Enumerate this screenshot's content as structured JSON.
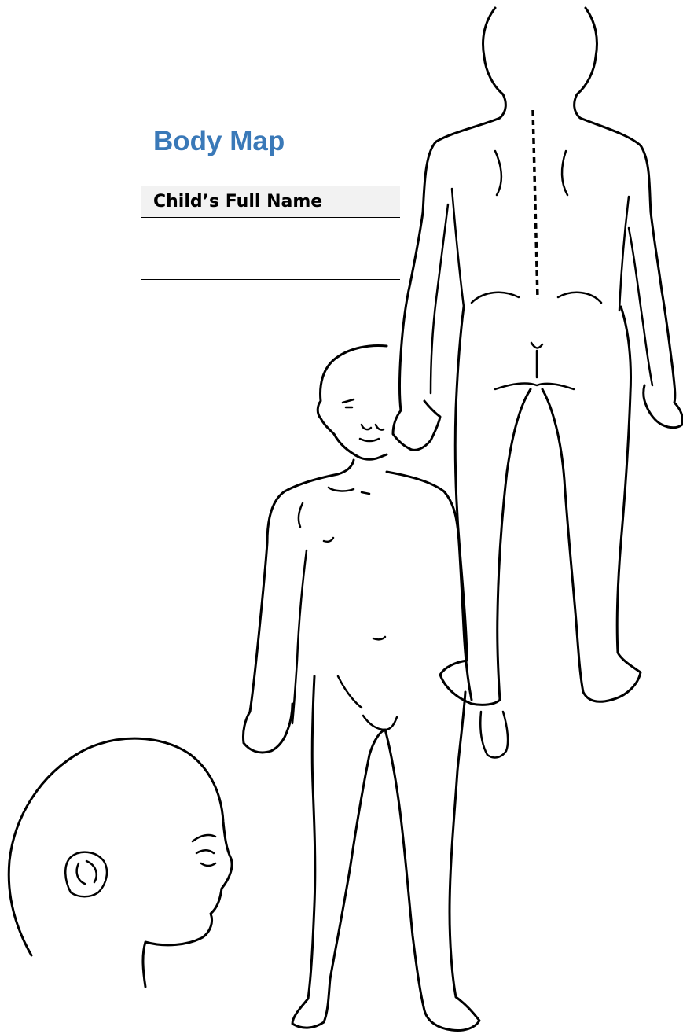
{
  "page": {
    "title": "Body Map",
    "title_color": "#3a79b8"
  },
  "form": {
    "child_full_name_label": "Child’s Full Name",
    "child_full_name_value": ""
  },
  "figures": {
    "back_view": "body-back-outline",
    "front_view": "body-front-outline",
    "side_head": "head-side-outline"
  }
}
